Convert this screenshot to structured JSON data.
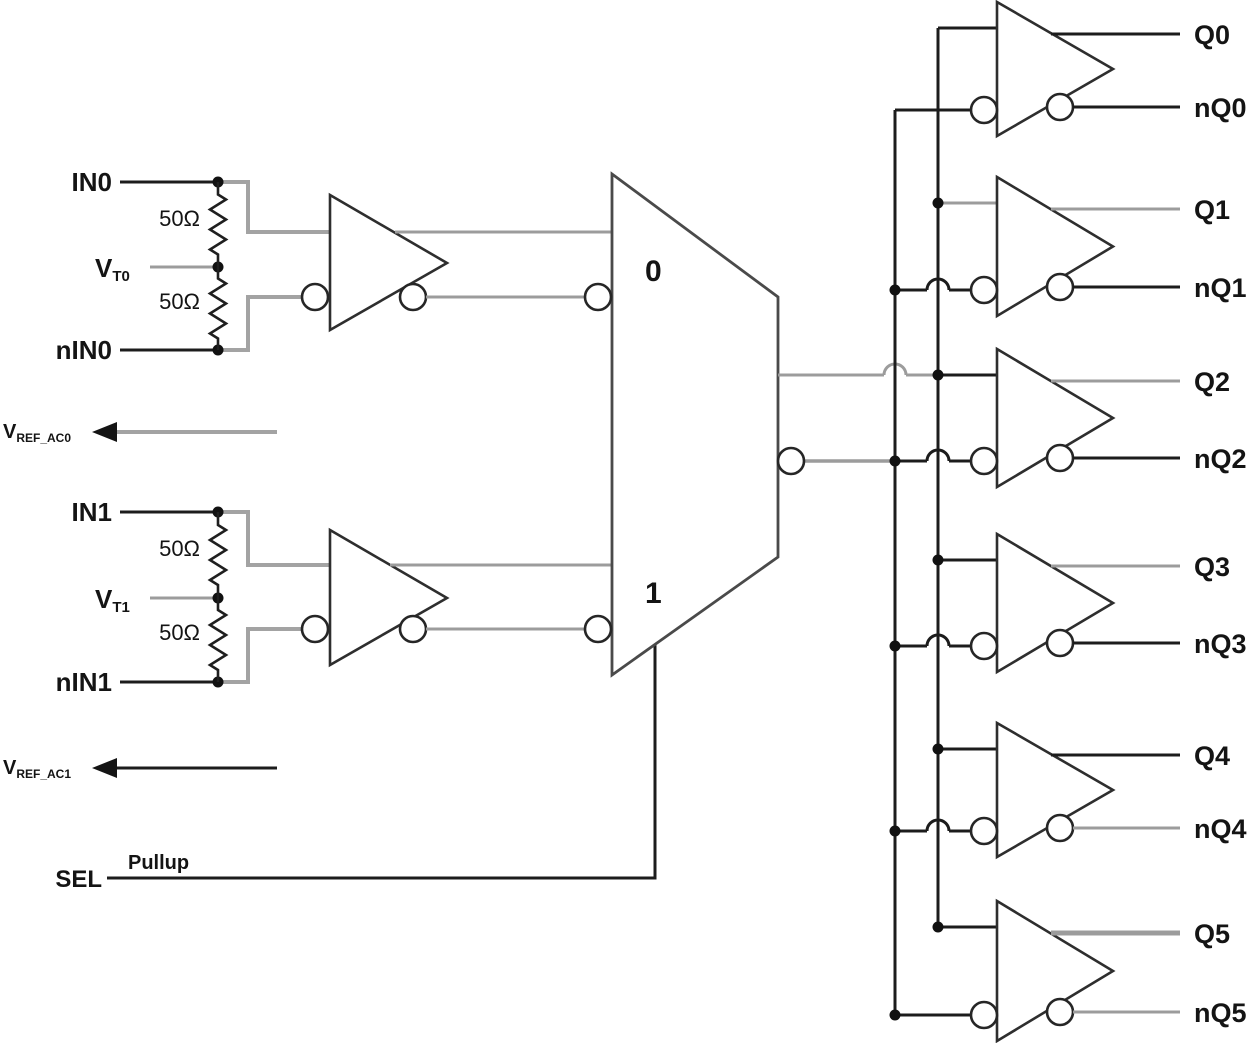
{
  "colors": {
    "wire_black": "#1c1c1c",
    "wire_gray": "#9c9c9c",
    "outline": "#2e2e2e"
  },
  "left": {
    "ch0": {
      "in_p": "IN0",
      "in_n": "nIN0",
      "r_top": "50Ω",
      "r_bot": "50Ω",
      "vt_base": "V",
      "vt_sub": "T0",
      "vref_base": "V",
      "vref_sub": "REF_AC0"
    },
    "ch1": {
      "in_p": "IN1",
      "in_n": "nIN1",
      "r_top": "50Ω",
      "r_bot": "50Ω",
      "vt_base": "V",
      "vt_sub": "T1",
      "vref_base": "V",
      "vref_sub": "REF_AC1"
    },
    "sel": {
      "label": "SEL",
      "pullup": "Pullup"
    }
  },
  "mux": {
    "ch0_label": "0",
    "ch1_label": "1"
  },
  "outputs": {
    "rows": [
      {
        "q": "Q0",
        "nq": "nQ0"
      },
      {
        "q": "Q1",
        "nq": "nQ1"
      },
      {
        "q": "Q2",
        "nq": "nQ2"
      },
      {
        "q": "Q3",
        "nq": "nQ3"
      },
      {
        "q": "Q4",
        "nq": "nQ4"
      },
      {
        "q": "Q5",
        "nq": "nQ5"
      }
    ]
  }
}
